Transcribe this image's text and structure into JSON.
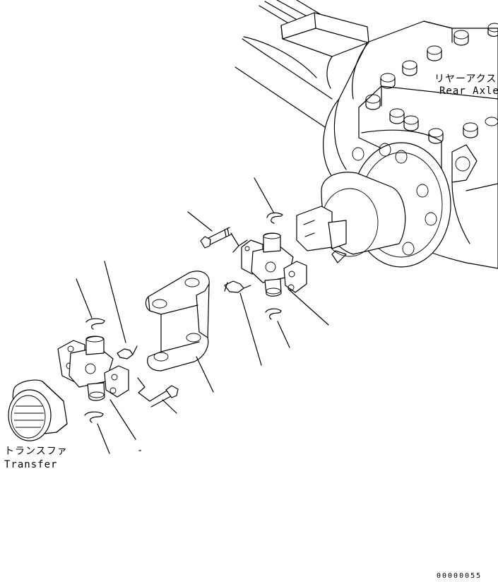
{
  "labels": {
    "rear_axle_jp": "リヤーアクスル",
    "rear_axle_en": "Rear Axle",
    "transfer_jp": "トランスファ",
    "transfer_en": "Transfer",
    "dash": "-",
    "figure_number": "00000055"
  }
}
